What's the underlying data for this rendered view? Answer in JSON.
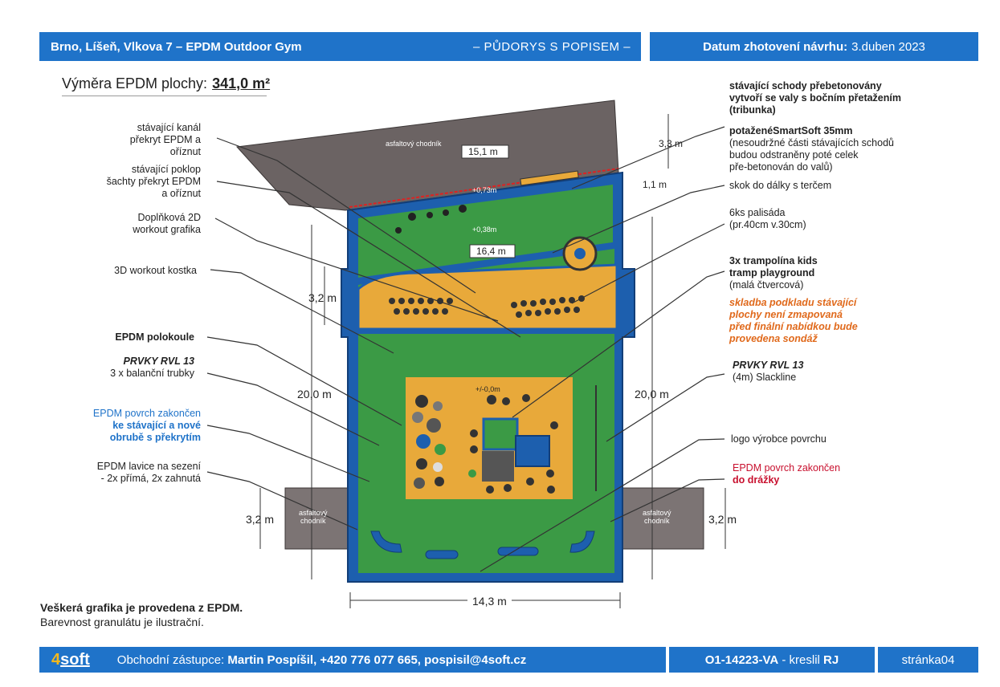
{
  "header": {
    "location_title": "Brno, Líšeň, Vlkova 7 – EPDM Outdoor Gym",
    "section_title": "– PŮDORYS S POPISEM –",
    "date_label": "Datum zhotovení návrhu:",
    "date_value": "3.duben 2023"
  },
  "area": {
    "label": "Výměra EPDM plochy:",
    "value": "341,0 m²"
  },
  "left_labels": {
    "kanal": [
      "stávající kanál",
      "překryt EPDM a",
      "oříznut"
    ],
    "poklop": [
      "stávající poklop",
      "šachty překryt EPDM",
      "a oříznut"
    ],
    "grafika": [
      "Doplňková 2D",
      "workout grafika"
    ],
    "kostka": "3D workout kostka",
    "polokoule": "EPDM polokoule",
    "rvl_title": "PRVKY RVL 13",
    "rvl_desc": "3 x balanční trubky",
    "povrch_blue": [
      "EPDM povrch zakončen",
      "ke stávající a nové",
      "obrubě s překrytím"
    ],
    "lavice": [
      "EPDM lavice na sezení",
      "- 2x přímá, 2x zahnutá"
    ]
  },
  "right_labels": {
    "schody": [
      "stávající schody přebetonovány",
      "vytvoří se valy s bočním přetažením",
      "(tribunka)"
    ],
    "smartsoft_title": "potaženéSmartSoft 35mm",
    "smartsoft_desc": [
      "(nesoudržné části stávajících schodů",
      "budou odstraněny poté celek",
      "pře-betonován do valů)"
    ],
    "skok": "skok do dálky s terčem",
    "palisada": [
      "6ks palisáda",
      "(pr.40cm v.30cm)"
    ],
    "trampolina_bold": [
      "3x trampolína kids",
      "tramp playground"
    ],
    "trampolina_desc": "(malá čtvercová)",
    "skladba": [
      "skladba podkladu stávající",
      "plochy není zmapovaná",
      "před finální nabídkou bude",
      "provedena sondáž"
    ],
    "rvl_title": "PRVKY RVL 13",
    "rvl_desc": "(4m) Slackline",
    "logo": "logo výrobce povrchu",
    "povrch_red": [
      "EPDM povrch zakončen",
      "do drážky"
    ]
  },
  "plan": {
    "asfalt_top": "asfaltový chodník",
    "asfalt_side": [
      "asfaltový",
      "chodník"
    ],
    "dim_15_1": "15,1 m",
    "dim_16_4": "16,4 m",
    "dim_3_3": "3,3 m",
    "dim_1_1": "1,1 m",
    "dim_3_2_mid": "3,2 m",
    "dim_20_left": "20,0 m",
    "dim_20_right": "20,0 m",
    "dim_3_2_left": "3,2 m",
    "dim_3_2_right": "3,2 m",
    "dim_14_3": "14,3 m",
    "level_073": "+0,73m",
    "level_038": "+0,38m",
    "level_0": "+/-0,0m"
  },
  "notes": {
    "line1": "Veškerá grafika je provedena z EPDM.",
    "line2": "Barevnost granulátu je ilustrační."
  },
  "footer": {
    "logo_4": "4",
    "logo_soft": "soft",
    "rep_label": "Obchodní zástupce:",
    "rep_value": "Martin Pospíšil, +420 776 077 665, pospisil@4soft.cz",
    "doc_code": "O1-14223-VA",
    "doc_sep": " - kreslil ",
    "doc_author": "RJ",
    "page": "stránka04"
  },
  "colors": {
    "brand_blue": "#1f73c9",
    "epdm_green": "#3b9a45",
    "epdm_orange": "#e8a93a",
    "epdm_blue": "#1d5fae",
    "asphalt": "#6b6363"
  }
}
